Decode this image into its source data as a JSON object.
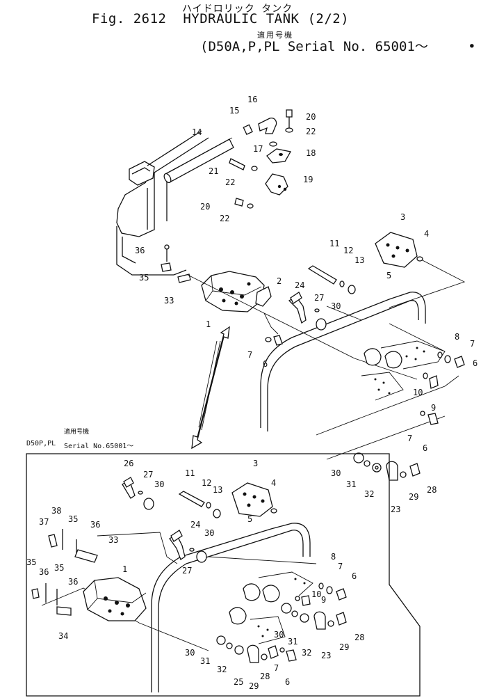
{
  "header": {
    "jp_title": "ハイドロリック タンク",
    "fig_label": "Fig. 2612",
    "title": "HYDRAULIC TANK",
    "sheet": "(2/2)",
    "serial_jp": "適用号機",
    "serial_open": "(",
    "serial_text": "D50A,P,PL Serial No. 65001～",
    "serial_close": "•   )"
  },
  "inset": {
    "serial_jp": "適用号機",
    "model": "D50P,PL",
    "serial": "Serial No.65001～"
  },
  "callouts_main": [
    {
      "id": "m16",
      "text": "16"
    },
    {
      "id": "m15",
      "text": "15"
    },
    {
      "id": "m20a",
      "text": "20"
    },
    {
      "id": "m22a",
      "text": "22"
    },
    {
      "id": "m14",
      "text": "14"
    },
    {
      "id": "m17",
      "text": "17"
    },
    {
      "id": "m18",
      "text": "18"
    },
    {
      "id": "m21",
      "text": "21"
    },
    {
      "id": "m22b",
      "text": "22"
    },
    {
      "id": "m19",
      "text": "19"
    },
    {
      "id": "m20b",
      "text": "20"
    },
    {
      "id": "m22c",
      "text": "22"
    },
    {
      "id": "m3",
      "text": "3"
    },
    {
      "id": "m4",
      "text": "4"
    },
    {
      "id": "m36",
      "text": "36"
    },
    {
      "id": "m11",
      "text": "11"
    },
    {
      "id": "m12",
      "text": "12"
    },
    {
      "id": "m13",
      "text": "13"
    },
    {
      "id": "m5",
      "text": "5"
    },
    {
      "id": "m35",
      "text": "35"
    },
    {
      "id": "m2",
      "text": "2"
    },
    {
      "id": "m33",
      "text": "33"
    },
    {
      "id": "m24",
      "text": "24"
    },
    {
      "id": "m27",
      "text": "27"
    },
    {
      "id": "m30a",
      "text": "30"
    },
    {
      "id": "m1",
      "text": "1"
    },
    {
      "id": "m8",
      "text": "8"
    },
    {
      "id": "m7a",
      "text": "7"
    },
    {
      "id": "m7b",
      "text": "7"
    },
    {
      "id": "m6a",
      "text": "6"
    },
    {
      "id": "m6b",
      "text": "6"
    },
    {
      "id": "m10",
      "text": "10"
    },
    {
      "id": "m9",
      "text": "9"
    },
    {
      "id": "m7c",
      "text": "7"
    },
    {
      "id": "m6c",
      "text": "6"
    },
    {
      "id": "m30b",
      "text": "30"
    },
    {
      "id": "m31",
      "text": "31"
    },
    {
      "id": "m32",
      "text": "32"
    },
    {
      "id": "m23",
      "text": "23"
    },
    {
      "id": "m29",
      "text": "29"
    },
    {
      "id": "m28",
      "text": "28"
    }
  ],
  "callouts_inset": [
    {
      "id": "i26",
      "text": "26"
    },
    {
      "id": "i27a",
      "text": "27"
    },
    {
      "id": "i30a",
      "text": "30"
    },
    {
      "id": "i11",
      "text": "11"
    },
    {
      "id": "i12",
      "text": "12"
    },
    {
      "id": "i13",
      "text": "13"
    },
    {
      "id": "i3",
      "text": "3"
    },
    {
      "id": "i4",
      "text": "4"
    },
    {
      "id": "i5",
      "text": "5"
    },
    {
      "id": "i38",
      "text": "38"
    },
    {
      "id": "i37",
      "text": "37"
    },
    {
      "id": "i35a",
      "text": "35"
    },
    {
      "id": "i36a",
      "text": "36"
    },
    {
      "id": "i33",
      "text": "33"
    },
    {
      "id": "i24",
      "text": "24"
    },
    {
      "id": "i30b",
      "text": "30"
    },
    {
      "id": "i27b",
      "text": "27"
    },
    {
      "id": "i35b",
      "text": "35"
    },
    {
      "id": "i36b",
      "text": "36"
    },
    {
      "id": "i35c",
      "text": "35"
    },
    {
      "id": "i36c",
      "text": "36"
    },
    {
      "id": "i1",
      "text": "1"
    },
    {
      "id": "i8",
      "text": "8"
    },
    {
      "id": "i7a",
      "text": "7"
    },
    {
      "id": "i6a",
      "text": "6"
    },
    {
      "id": "i10",
      "text": "10"
    },
    {
      "id": "i9",
      "text": "9"
    },
    {
      "id": "i34",
      "text": "34"
    },
    {
      "id": "i30c",
      "text": "30"
    },
    {
      "id": "i31a",
      "text": "31"
    },
    {
      "id": "i32a",
      "text": "32"
    },
    {
      "id": "i23",
      "text": "23"
    },
    {
      "id": "i29a",
      "text": "29"
    },
    {
      "id": "i28a",
      "text": "28"
    },
    {
      "id": "i30d",
      "text": "30"
    },
    {
      "id": "i31b",
      "text": "31"
    },
    {
      "id": "i32b",
      "text": "32"
    },
    {
      "id": "i25",
      "text": "25"
    },
    {
      "id": "i29b",
      "text": "29"
    },
    {
      "id": "i28b",
      "text": "28"
    },
    {
      "id": "i7b",
      "text": "7"
    },
    {
      "id": "i6b",
      "text": "6"
    }
  ]
}
